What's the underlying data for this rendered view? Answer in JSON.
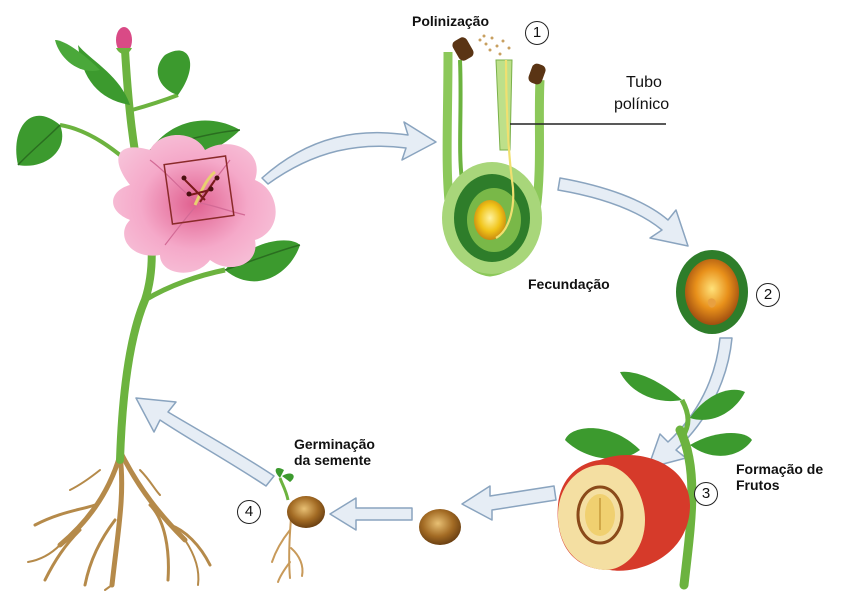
{
  "labels": {
    "pollination": "Polinização",
    "tube_line1": "Tubo",
    "tube_line2": "polínico",
    "fertilization": "Fecundação",
    "fruit_line1": "Formação de",
    "fruit_line2": "Frutos",
    "germination_line1": "Germinação",
    "germination_line2": "da semente"
  },
  "steps": [
    "1",
    "2",
    "3",
    "4"
  ],
  "colors": {
    "leaf": "#3c9a2e",
    "stem": "#6cb33f",
    "petal": "#f2a5c8",
    "ovary_outer": "#a8d67a",
    "ovary_inner": "#2e7d2a",
    "ovule": "#f0c419",
    "fruit_red": "#d63a2a",
    "seed_brown": "#8a5a1e",
    "root": "#b58a4a",
    "arrow_fill": "#e6edf5",
    "arrow_stroke": "#8aa4bf"
  }
}
